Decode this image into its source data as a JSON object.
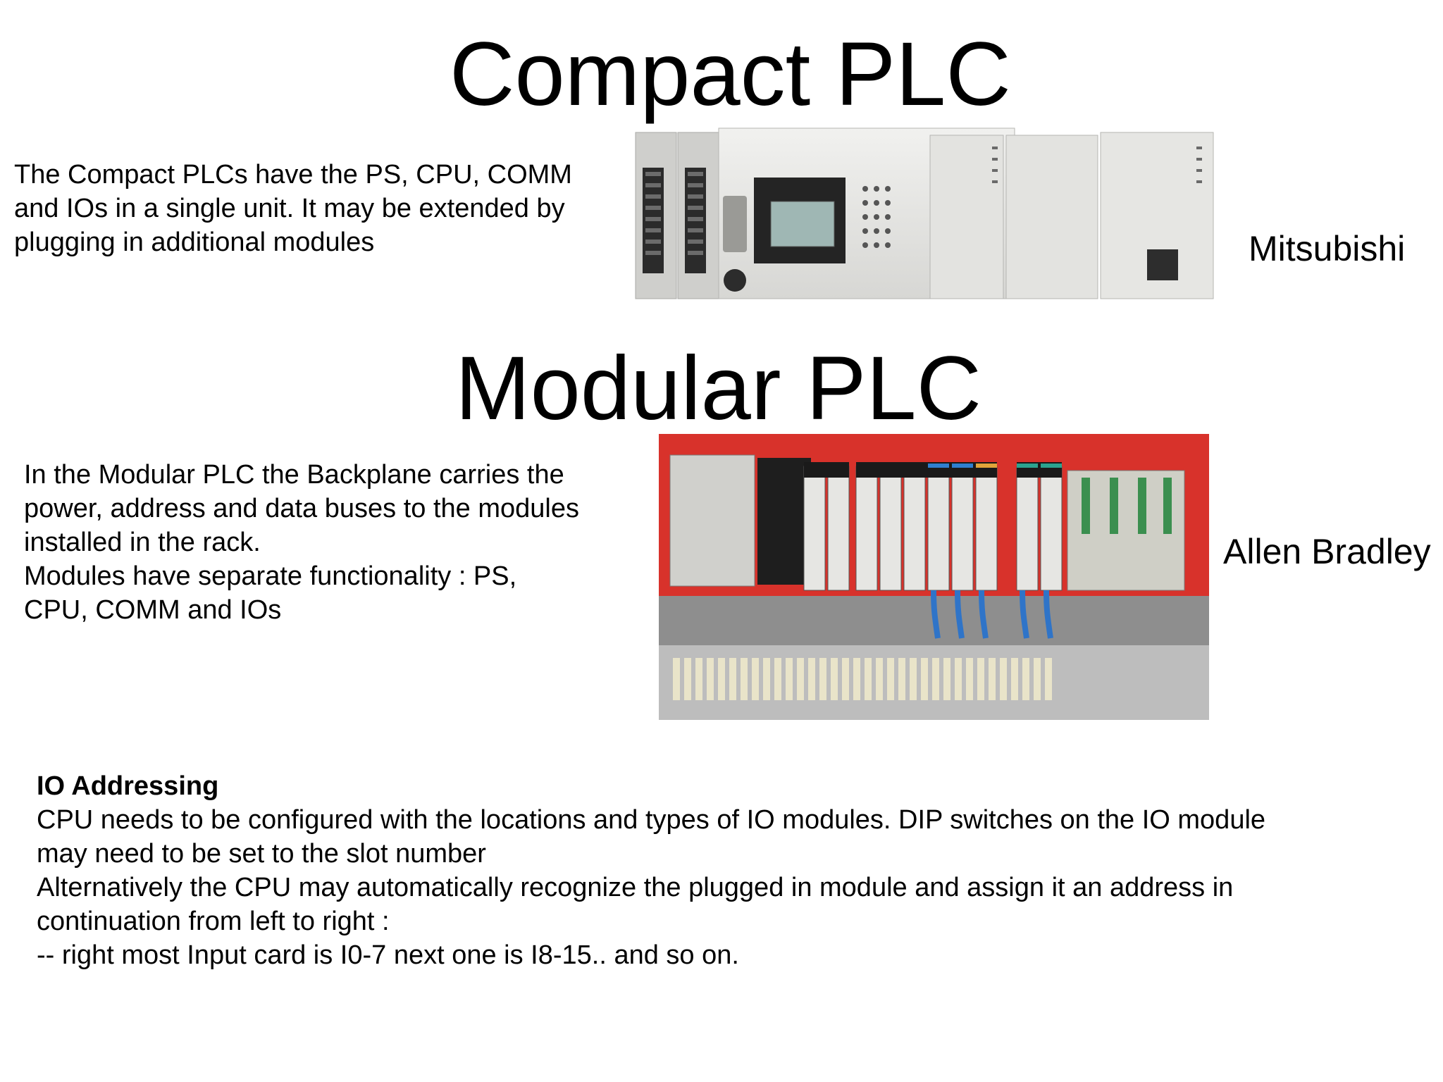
{
  "compact": {
    "title": "Compact PLC",
    "description": [
      "The Compact PLCs have the PS, CPU, COMM",
      "and IOs in a single unit. It may be extended by",
      "plugging in additional modules"
    ],
    "brand": "Mitsubishi",
    "image_icon": "compact-plc-photo"
  },
  "modular": {
    "title": "Modular PLC",
    "description": [
      "In the Modular PLC the Backplane carries the",
      "power, address and data buses to the modules",
      "installed in the rack.",
      "Modules have separate functionality : PS,",
      "CPU, COMM and IOs"
    ],
    "brand": "Allen Bradley",
    "image_icon": "modular-plc-photo"
  },
  "io_addressing": {
    "heading": "IO Addressing",
    "lines": [
      "CPU needs to be configured with the locations and types of IO modules. DIP switches on the IO module",
      "may need to be set to the slot number",
      "Alternatively the CPU may automatically recognize the plugged in module and assign it an address in",
      "continuation from left to right :",
      "-- right most Input card is I0-7 next one is I8-15.. and so on."
    ]
  },
  "colors": {
    "background": "#ffffff",
    "text": "#000000",
    "panel_red": "#d8322b",
    "plc_gray": "#e4e4e2"
  }
}
